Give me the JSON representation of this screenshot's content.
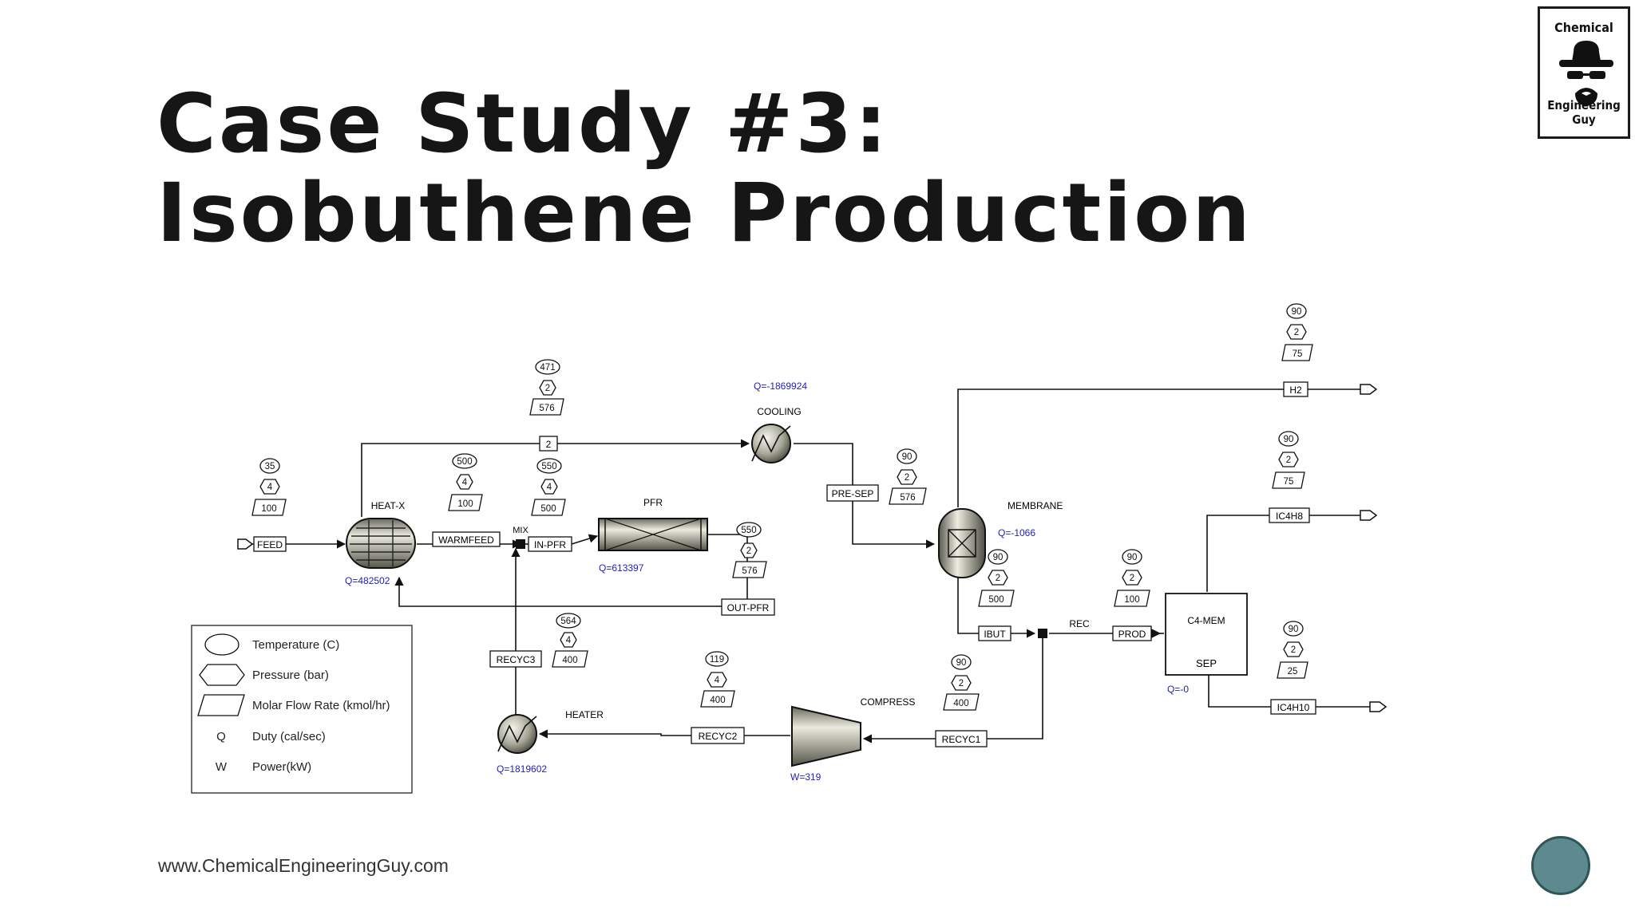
{
  "slide": {
    "title_line1": "Case Study #3:",
    "title_line2": "Isobuthene Production",
    "website": "www.ChemicalEngineeringGuy.com"
  },
  "logo": {
    "top_text": "Chemical",
    "bottom_text": "Engineering Guy"
  },
  "colors": {
    "duty": "#2020c0",
    "line": "#111111",
    "title": "#161616",
    "nav_button": "#5c8a8e"
  },
  "units": {
    "feed": "FEED",
    "heatx": "HEAT-X",
    "mix": "MIX",
    "pfr": "PFR",
    "cooling": "COOLING",
    "membrane": "MEMBRANE",
    "c4mem": "C4-MEM",
    "sep": "SEP",
    "compress": "COMPRESS",
    "heater": "HEATER",
    "rec": "REC"
  },
  "streams": {
    "warmfeed": "WARMFEED",
    "in_pfr": "IN-PFR",
    "out_pfr": "OUT-PFR",
    "s2": "2",
    "pre_sep": "PRE-SEP",
    "h2": "H2",
    "ic4h8": "IC4H8",
    "ic4h10": "IC4H10",
    "ibut": "IBUT",
    "prod": "PROD",
    "recyc1": "RECYC1",
    "recyc2": "RECYC2",
    "recyc3": "RECYC3"
  },
  "duties": {
    "heatx": "Q=482502",
    "pfr": "Q=613397",
    "cooling": "Q=-1869924",
    "membrane": "Q=-1066",
    "sep": "Q=-0",
    "heater": "Q=1819602",
    "compress": "W=319"
  },
  "tags": {
    "feed": {
      "t": "35",
      "p": "4",
      "f": "100"
    },
    "warmfeed": {
      "t": "500",
      "p": "4",
      "f": "100"
    },
    "in_pfr": {
      "t": "550",
      "p": "4",
      "f": "500"
    },
    "s2": {
      "t": "471",
      "p": "2",
      "f": "576"
    },
    "out_pfr": {
      "t": "550",
      "p": "2",
      "f": "576"
    },
    "pre_sep": {
      "t": "90",
      "p": "2",
      "f": "576"
    },
    "h2": {
      "t": "90",
      "p": "2",
      "f": "75"
    },
    "ic4h8": {
      "t": "90",
      "p": "2",
      "f": "75"
    },
    "ic4h10": {
      "t": "90",
      "p": "2",
      "f": "25"
    },
    "ibut": {
      "t": "90",
      "p": "2",
      "f": "500"
    },
    "prod": {
      "t": "90",
      "p": "2",
      "f": "100"
    },
    "recyc1": {
      "t": "90",
      "p": "2",
      "f": "400"
    },
    "recyc2": {
      "t": "119",
      "p": "4",
      "f": "400"
    },
    "recyc3": {
      "t": "564",
      "p": "4",
      "f": "400"
    }
  },
  "legend": {
    "temperature": "Temperature (C)",
    "pressure": "Pressure (bar)",
    "flow": "Molar Flow Rate (kmol/hr)",
    "q_symbol": "Q",
    "duty": "Duty (cal/sec)",
    "w_symbol": "W",
    "power": "Power(kW)"
  }
}
